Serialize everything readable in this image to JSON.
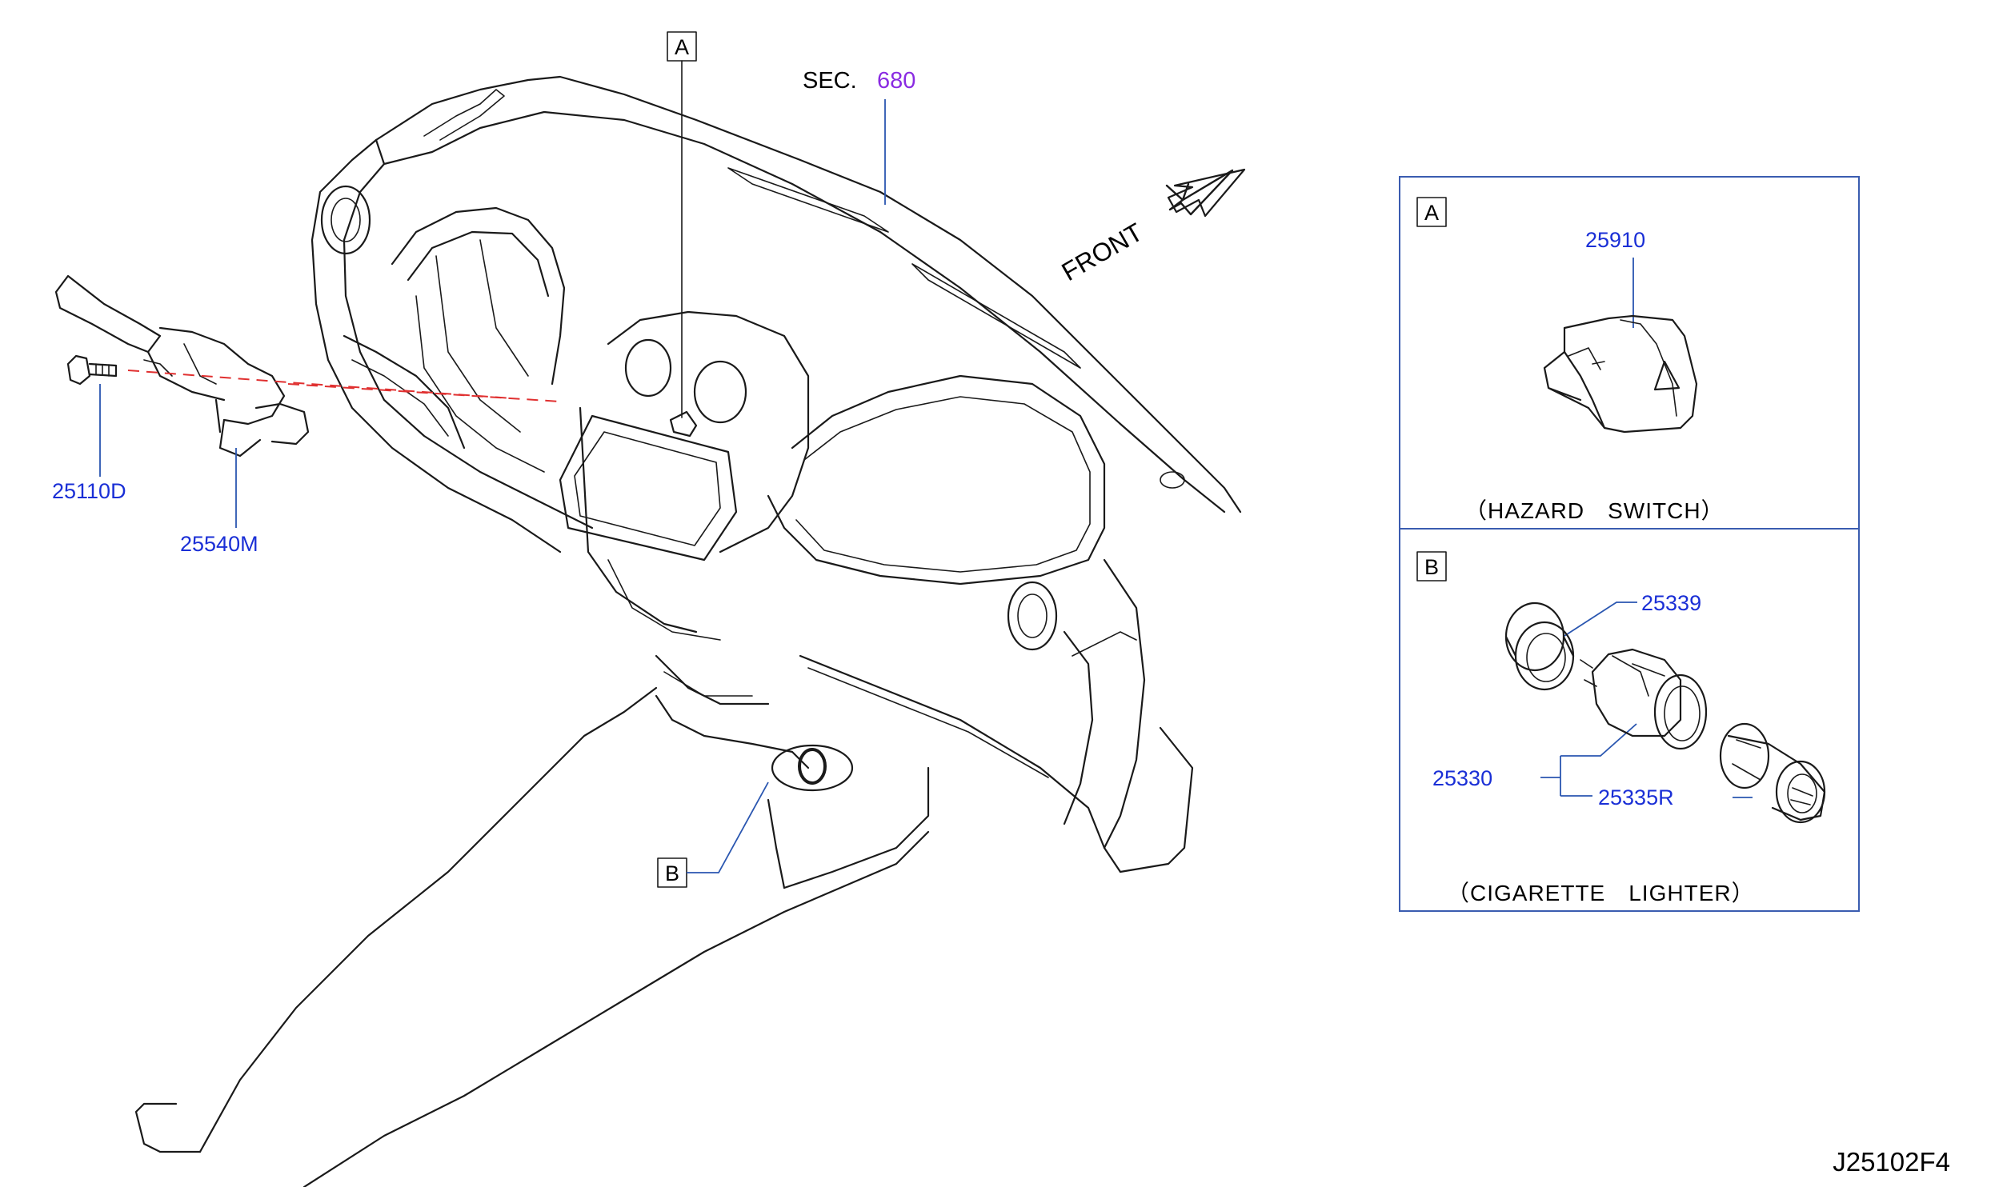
{
  "callouts": {
    "a": "A",
    "b": "B"
  },
  "section_ref": {
    "prefix": "SEC.",
    "number": "680"
  },
  "direction_label": "FRONT",
  "parts": {
    "bolt": "25110D",
    "combination_switch": "25540M",
    "hazard_switch": "25910",
    "lighter_ring": "25339",
    "lighter_assembly": "25330",
    "lighter_socket": "25335R"
  },
  "detail_a": {
    "letter": "A",
    "caption": "（HAZARD　SWITCH）"
  },
  "detail_b": {
    "letter": "B",
    "caption": "（CIGARETTE　LIGHTER）"
  },
  "drawing_code": "J25102F4",
  "colors": {
    "part_number": "#1a2fd6",
    "section_number": "#8a2be2",
    "leader": "#2a56b0",
    "dashed_guide": "#e03030",
    "detail_frame": "#3a5cb0"
  }
}
